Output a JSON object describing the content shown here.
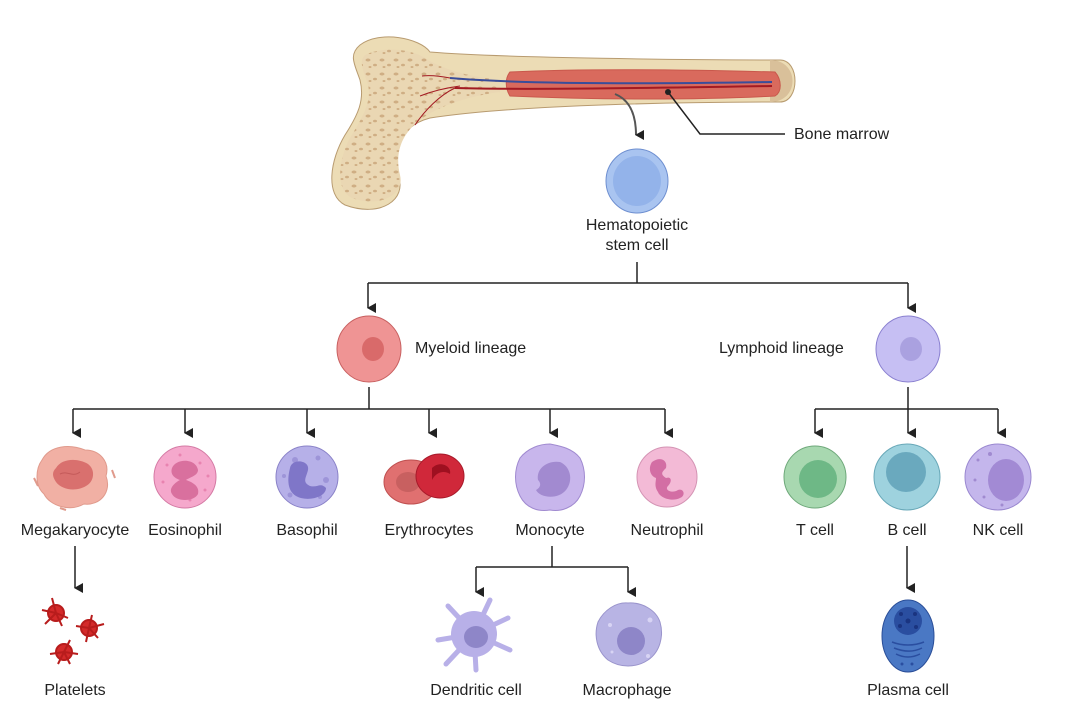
{
  "bone": {
    "label": "Bone marrow"
  },
  "stem_cell": {
    "line1": "Hematopoietic",
    "line2": "stem cell"
  },
  "lineages": {
    "myeloid": {
      "label": "Myeloid lineage"
    },
    "lymphoid": {
      "label": "Lymphoid lineage"
    }
  },
  "myeloid_cells": [
    {
      "label": "Megakaryocyte"
    },
    {
      "label": "Eosinophil"
    },
    {
      "label": "Basophil"
    },
    {
      "label": "Erythrocytes"
    },
    {
      "label": "Monocyte"
    },
    {
      "label": "Neutrophil"
    }
  ],
  "lymphoid_cells": [
    {
      "label": "T cell"
    },
    {
      "label": "B cell"
    },
    {
      "label": "NK cell"
    }
  ],
  "derived": {
    "platelets": "Platelets",
    "dendritic": "Dendritic cell",
    "macrophage": "Macrophage",
    "plasma": "Plasma cell"
  }
}
